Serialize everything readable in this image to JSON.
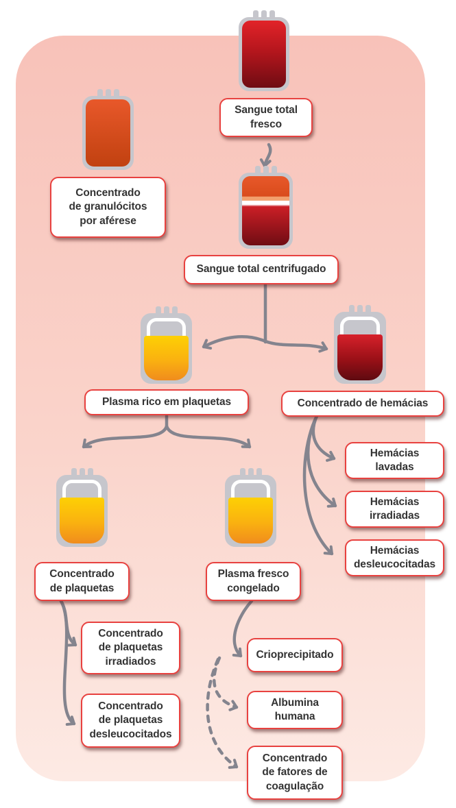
{
  "labels": {
    "sangue_total_fresco": {
      "text": "Sangue total\nfresco"
    },
    "granulocitos": {
      "text": "Concentrado\nde granulócitos\npor aférese"
    },
    "centrifugado": {
      "text": "Sangue total centrifugado"
    },
    "plasma_rico": {
      "text": "Plasma rico em plaquetas"
    },
    "hemacias": {
      "text": "Concentrado de hemácias"
    },
    "hemacias_lavadas": {
      "text": "Hemácias\nlavadas"
    },
    "hemacias_irradiadas": {
      "text": "Hemácias\nirradiadas"
    },
    "hemacias_desleucocitadas": {
      "text": "Hemácias\ndesleucocitadas"
    },
    "conc_plaquetas": {
      "text": "Concentrado\nde plaquetas"
    },
    "plasma_fresco": {
      "text": "Plasma fresco\ncongelado"
    },
    "plaquetas_irradiados": {
      "text": "Concentrado\nde plaquetas\nirradiados"
    },
    "plaquetas_desleucocitados": {
      "text": "Concentrado\nde plaquetas\ndesleucocitados"
    },
    "crioprecipitado": {
      "text": "Crioprecipitado"
    },
    "albumina": {
      "text": "Albumina\nhumana"
    },
    "fatores": {
      "text": "Concentrado\nde fatores de\ncoagulação"
    }
  },
  "icons": {
    "bag_whole_blood_fresh": "blood-bag-full-red",
    "bag_granulocytes": "blood-bag-full-orange",
    "bag_centrifuged": "blood-bag-layered",
    "bag_platelet_rich_plasma": "blood-bag-part-yellow",
    "bag_red_cells": "blood-bag-part-red",
    "bag_platelet_concentrate": "blood-bag-part-yellow",
    "bag_fresh_frozen_plasma": "blood-bag-part-yellow"
  },
  "colors": {
    "panel_top": "#f8c2b9",
    "panel_bottom": "#fdeae4",
    "bag_casing": "#c6c6cc",
    "arrow": "#84848e",
    "box_border": "#e8413f",
    "box_text": "#333333",
    "blood_red_top": "#e22329",
    "blood_red_bottom": "#6f0c13",
    "orange_top": "#e8582a",
    "orange_bottom": "#c14110",
    "plasma_yellow_top": "#fdd004",
    "plasma_yellow_bottom": "#f08c1d",
    "rbc_top": "#d7212b",
    "rbc_bottom": "#5e0a10",
    "buffy_light": "#f2a06d"
  }
}
